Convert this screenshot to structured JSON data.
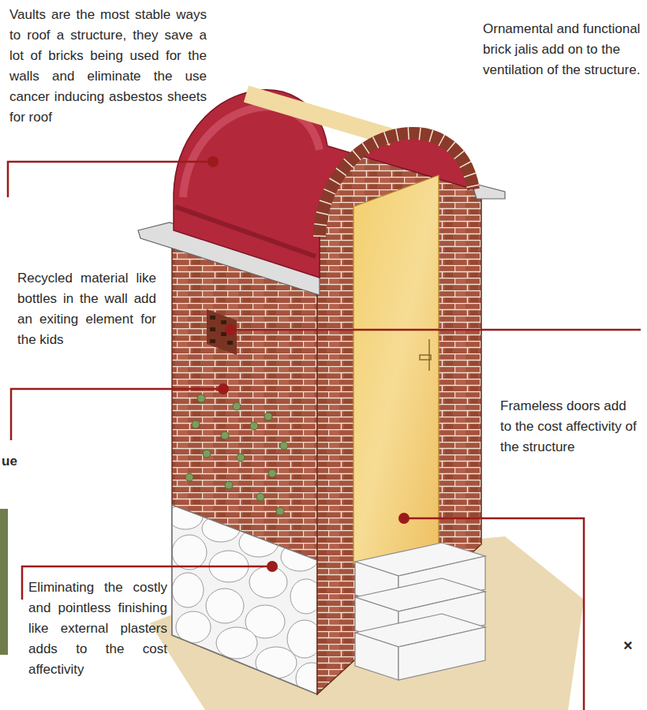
{
  "diagram": {
    "labels": [
      "Vaults are the most stable ways to roof a structure, they save a lot of bricks being used for the walls and eliminate the use cancer inducing asbestos sheets for roof",
      "Ornamental and functional brick jalis add on to the ventilation of the structure.",
      "Recycled material like bottles in the wall add an exiting element for the kids",
      "ue",
      "Frameless doors add to the cost affectivity of the structure",
      "Eliminating the costly and pointless finishing like external plasters adds to the cost affectivity",
      "×"
    ]
  }
}
